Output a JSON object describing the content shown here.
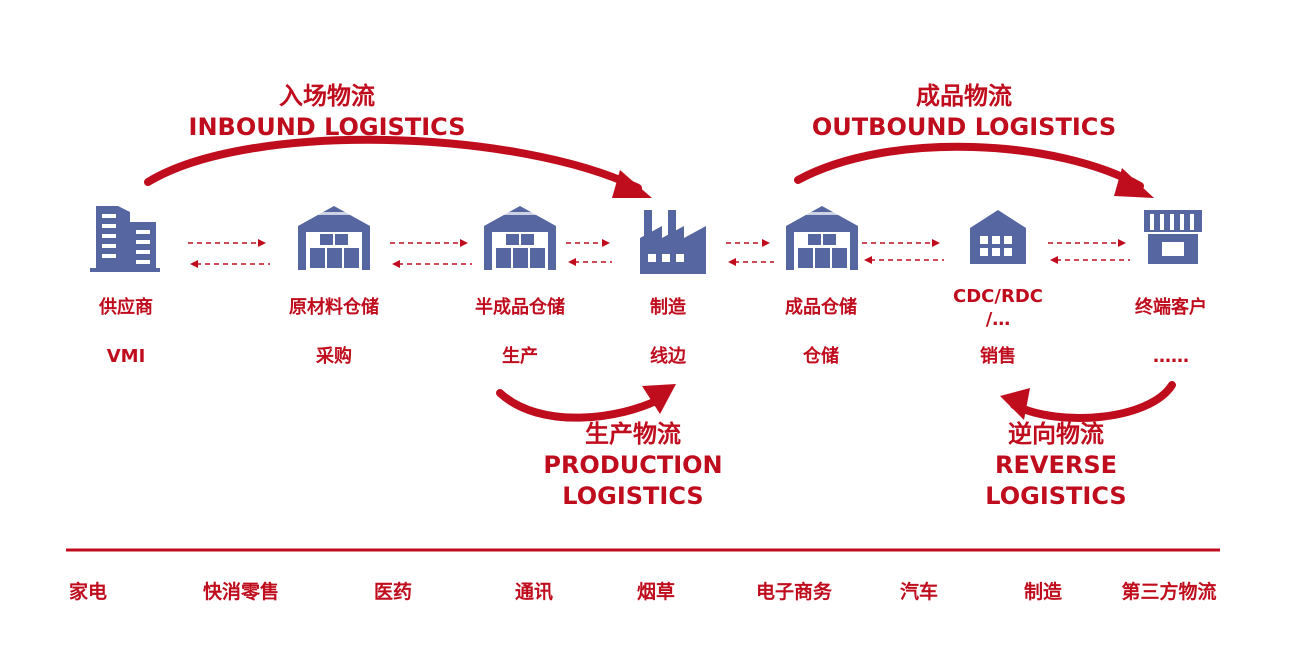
{
  "colors": {
    "accent": "#c00d1e",
    "icon": "#5566a0"
  },
  "flows": {
    "inbound": {
      "zh": "入场物流",
      "en": "INBOUND LOGISTICS"
    },
    "outbound": {
      "zh": "成品物流",
      "en": "OUTBOUND LOGISTICS"
    },
    "production": {
      "zh": "生产物流",
      "en1": "PRODUCTION",
      "en2": "LOGISTICS"
    },
    "reverse": {
      "zh": "逆向物流",
      "en1": "REVERSE",
      "en2": "LOGISTICS"
    }
  },
  "nodes": [
    {
      "icon": "office-building-icon",
      "label": "供应商",
      "sub": "VMI"
    },
    {
      "icon": "warehouse-icon",
      "label": "原材料仓储",
      "sub": "采购"
    },
    {
      "icon": "warehouse-icon",
      "label": "半成品仓储",
      "sub": "生产"
    },
    {
      "icon": "factory-icon",
      "label": "制造",
      "sub": "线边"
    },
    {
      "icon": "warehouse-icon",
      "label": "成品仓储",
      "sub": "仓储"
    },
    {
      "icon": "distribution-center-icon",
      "label1": "CDC/RDC",
      "label2": "/…",
      "sub": "销售"
    },
    {
      "icon": "storefront-icon",
      "label": "终端客户",
      "sub": "……"
    }
  ],
  "industries": [
    "家电",
    "快消零售",
    "医药",
    "通讯",
    "烟草",
    "电子商务",
    "汽车",
    "制造",
    "第三方物流"
  ]
}
